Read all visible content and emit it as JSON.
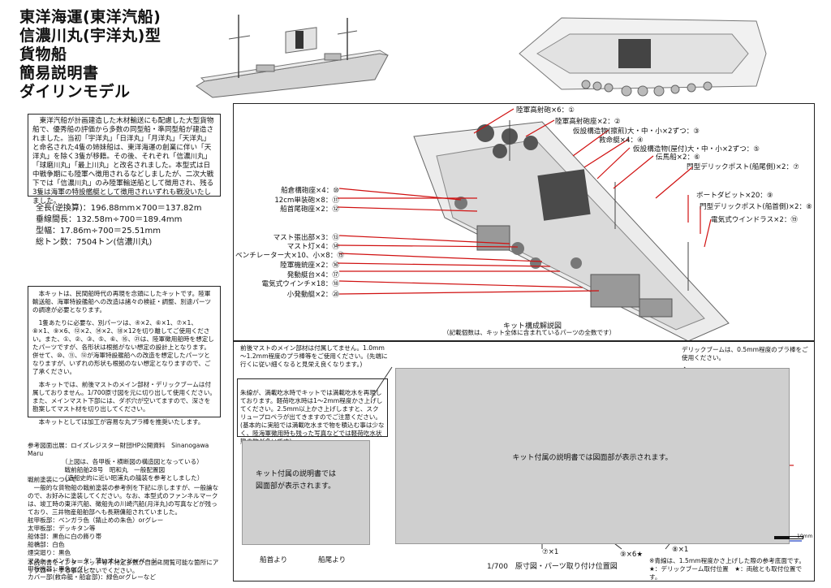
{
  "title": {
    "lines": [
      "東洋海運(東洋汽船)",
      "信濃川丸(宇洋丸)型",
      "貨物船",
      "簡易説明書",
      "ダイリンモデル"
    ]
  },
  "intro": "　東洋汽船が計画建造した木材輸送にも配慮した大型貨物船で、優秀船の評価から多数の同型船・準同型船が建造されました。当初「宇洋丸」「日洋丸」「月洋丸」「天洋丸」と命名された4隻の姉妹船は、東洋海運の創業に伴い「天洋丸」を除く3隻が移籍。その後、それぞれ「信濃川丸」「球磨川丸」「最上川丸」と改名されました。本型式は日中戦争期にも陸軍へ徴用されるなどしましたが、二次大戦下では「信濃川丸」のみ陸軍輸送船として徴用され、残る3隻は海軍の特設艦艇として徴用されいずれも戦没いたしました。",
  "specs": [
    "全長(逆換算)：196.88mm×700＝137.82m",
    "垂線間長：132.58m÷700＝189.4mm",
    "型幅：17.86m÷700＝25.51mm",
    "総トン数：7504トン(信濃川丸)"
  ],
  "notes": [
    "　本キットは、民間船時代の再現を念頭にしたキットです。陸軍輸送船、海軍特設艦船への改造は諸々の検証・調整、別途パーツの調達が必要となります。",
    "　1隻あたりに必要な、別パーツは、④×2、⑥×1、⑦×1、⑧×1、⑨×6、⑫×2、⑭×2、⑱×12を切り離してご使用ください。また、①、②、③、⑤、⑥、⑯、㉑は、陸軍徴用船時を想定したパーツですが、各形状は根拠がない想定の設計上となります。併せて、⑩、⑪、⑫が海軍特設艦船への改造を想定したパーツとなりますが、いずれの形状も根拠のない想定となりますので、ご了承ください。",
    "　本キットでは、前後マストのメイン部材・デリックブームは付属しておりません。1/700原寸図を元に切り出して使用ください。また、メインマスト下部には、ダボ穴が空いてますので、深さを勘案してマスト材を切り出してください。",
    "　本キットとしては加工が容易な丸プラ棒を推奨いたします。"
  ],
  "references": "参考図面出展：ロイズレジスター財団HP公開資料　Sinanogawa Maru\n　　　　　　（上図は、各甲板・横断図の構造図となっている）\n　　　　　　戦前船舶28号　昭和丸　一般配置図\n　　　　　　（造船史的に近い昭浦丸の艤装を参考としました）",
  "paint_notes": "戦前塗装について\n　一般的な貨物船の戦前塗装の参考例を下記に示しますが、一般論なので、お好みに塗装してください。なお、本型式のファンネルマークは、竣工時の東洋汽船、徴船先の川崎汽船(月洋丸)の写真などが残っており、三井物産船舶部へも長期傭船されていました。\n舷甲板部：ベンガラ色（錆止めの朱色）orグレー\n太甲板部：デッキタン等\n船体部：黒色に白の飾り帯\n船橋部：白色\n煙突廻り：黒色\nマスト・ベンチレータ：薄いオレンジorベージュ\n甲板機器：黒色orグレー\nカバー部(救命艇・船倉部)：緑色orグレーなど",
  "footer_note": "本説明書をインターネット等不特定多数が自由に閲覧可能な箇所にアップロードする事はしないでください。",
  "callouts_right": [
    "陸軍高射砲×6：①",
    "陸軍高射砲座×2：②",
    "仮設構造物(擦煎)大・中・小×2ずつ：③",
    "救命艇×4：④",
    "仮設構造物(屋付)大・中・小×2ずつ：⑤",
    "伝馬船×2：⑥",
    "門型デリックポスト(船尾側)×2：⑦",
    "ボートダビット×20：⑨",
    "門型デリックポスト(船首側)×2：⑧",
    "電気式ウインドラス×2：⑲"
  ],
  "callouts_left": [
    "船倉構砲座×4：⑩",
    "12cm単装砲×8：⑪",
    "船首尾砲座×2：⑫",
    "マスト張出部×3：⑬",
    "マスト灯×4：⑭",
    "ベンチレーター大×10、小×8：⑮",
    "陸軍機銃座×2：⑯",
    "発動艇台×4：⑰",
    "電気式ウインチ×18：⑱",
    "小発動艇×2：⑳"
  ],
  "diagram_caption": "キット構成解説図",
  "diagram_caption_sub": "（記載個数は、キット全体に含まれているパーツの全数です）",
  "mast_note": "前後マストのメイン部材は付属してません。1.0mm～1.2mm程度のプラ棒等をご使用ください。(先端に行くに従い細くなると見栄え良くなります。)",
  "draft_note": "朱線が、満載吃水時でキットでは満載吃水を再現しております。軽荷吃水時は1～2mm程度かさ上げしてください。2.5mm以上かさ上げしますと、スクリュープロペラが出てきますのでご注意ください。\n(基本的に実船では満載吃水まで物を積込む事は少なく、陸海軍徴用時も残った写真などでは軽荷吃水状態の物が多いです)",
  "boom_note": "デリックブームは、0.5mm程度のプラ棒をご使用ください。",
  "placeholder_big": "キット付属の説明書では図面部が表示されます。",
  "placeholder_small": "キット付属の説明書では\n図面部が表示されます。",
  "bow_label": "船首より",
  "stern_label": "船尾より",
  "bottom_title": "1/700　原寸図・パーツ取り付け位置図",
  "mark_7": "⑦×1",
  "mark_9": "⑨×6★",
  "mark_8": "⑧×1",
  "scale_label": "10mm",
  "bottom_note": "※青線は、1.5mm程度かさ上げした際の参考底面です。\n★：デリックブーム取付位置　★：両舷とも取付位置です。",
  "colors": {
    "waterline": "#d02020",
    "blueline": "#2040c0",
    "callout": "#d01010",
    "placeholder": "#cfcfcf"
  }
}
